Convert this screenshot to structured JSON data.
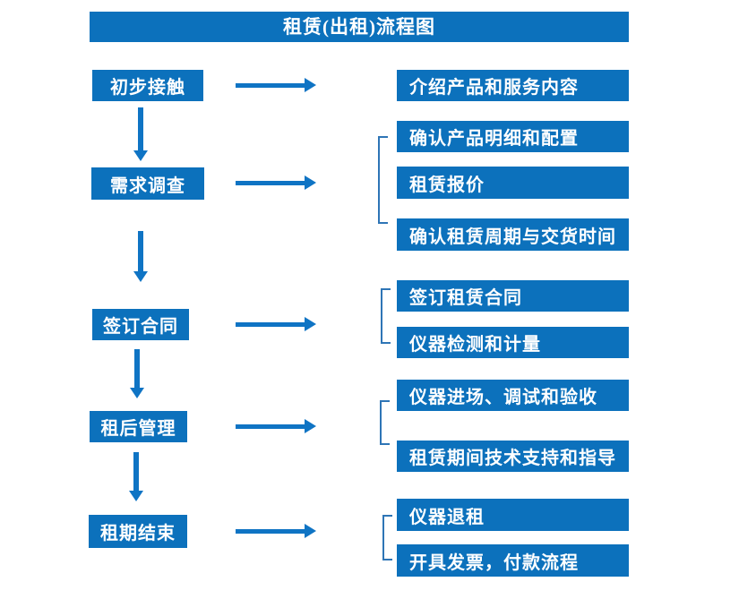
{
  "title": "租赁(出租)流程图",
  "colors": {
    "box_blue": "#0C71BC",
    "arrow_blue": "#0F74C4",
    "bracket_blue": "#2E75B6",
    "text": "#FFFFFF",
    "background": "#FFFFFF"
  },
  "flow": [
    {
      "step": "初步接触",
      "details": [
        "介绍产品和服务内容"
      ]
    },
    {
      "step": "需求调查",
      "details": [
        "确认产品明细和配置",
        "租赁报价",
        "确认租赁周期与交货时间"
      ]
    },
    {
      "step": "签订合同",
      "details": [
        "签订租赁合同",
        "仪器检测和计量"
      ]
    },
    {
      "step": "租后管理",
      "details": [
        "仪器进场、调试和验收",
        "租赁期间技术支持和指导"
      ]
    },
    {
      "step": "租期结束",
      "details": [
        "仪器退租",
        "开具发票，付款流程"
      ]
    }
  ],
  "connectors": {
    "down_arrow": "↓",
    "right_arrow": "→"
  }
}
